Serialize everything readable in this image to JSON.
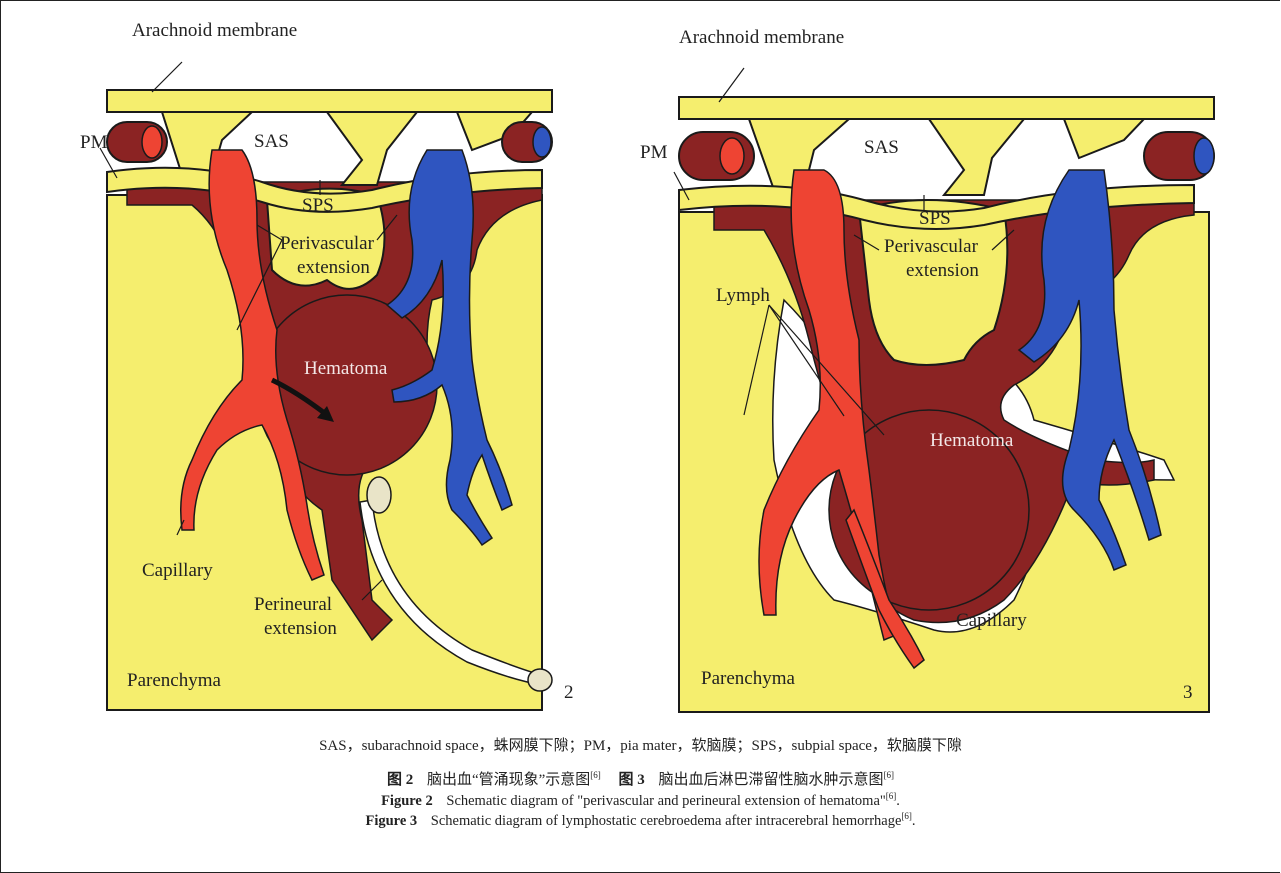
{
  "figures": [
    {
      "id": "fig2",
      "number": "2",
      "labels": {
        "arachnoid": "Arachnoid membrane",
        "pm": "PM",
        "sas": "SAS",
        "sps": "SPS",
        "perivascular_1": "Perivascular",
        "perivascular_2": "extension",
        "hematoma": "Hematoma",
        "capillary": "Capillary",
        "perineural_1": "Perineural",
        "perineural_2": "extension",
        "parenchyma": "Parenchyma"
      }
    },
    {
      "id": "fig3",
      "number": "3",
      "labels": {
        "arachnoid": "Arachnoid membrane",
        "pm": "PM",
        "sas": "SAS",
        "sps": "SPS",
        "perivascular_1": "Perivascular",
        "perivascular_2": "extension",
        "lymph": "Lymph",
        "hematoma": "Hematoma",
        "capillary": "Capillary",
        "parenchyma": "Parenchyma"
      }
    }
  ],
  "captions": {
    "abbreviations": "SAS，subarachnoid space，蛛网膜下隙；PM，pia mater，软脑膜；SPS，subpial space，软脑膜下隙",
    "cn": {
      "fig2_prefix": "图 2",
      "fig2_text": "脑出血“管涌现象”示意图",
      "fig3_prefix": "图 3",
      "fig3_text": "脑出血后淋巴滞留性脑水肿示意图",
      "ref": "[6]"
    },
    "en": {
      "fig2_prefix": "Figure 2",
      "fig2_text": "Schematic diagram of \"perivascular and perineural extension of hematoma\"",
      "fig3_prefix": "Figure 3",
      "fig3_text": "Schematic diagram of lymphostatic cerebroedema after intracerebral hemorrhage",
      "ref": "[6]",
      "end": "."
    }
  },
  "colors": {
    "yellow": "#f5ee6e",
    "maroon": "#8b2323",
    "red": "#ee4433",
    "blue": "#2f55c0",
    "outline": "#1a1a1a",
    "white": "#ffffff"
  }
}
